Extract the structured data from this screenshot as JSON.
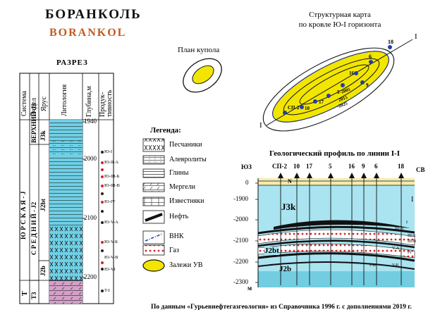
{
  "header": {
    "title_ru": "БОРАНКОЛЬ",
    "title_en": "BORANKOL"
  },
  "column": {
    "title": "РАЗРЕЗ",
    "headers": [
      "Система",
      "Отдел",
      "Ярус",
      "Литология",
      "Глубина,м",
      "Продук-тивность"
    ],
    "system_labels": [
      "Ю Р С К А Я - J",
      "T"
    ],
    "series_labels": [
      "ВЕРХНИЙ-J3",
      "С Р Е Д Н И Й - J2",
      "T3"
    ],
    "stage_labels": [
      "J3k",
      "J2bt",
      "J2b"
    ],
    "depths": [
      "1940",
      "2000",
      "2100",
      "2200"
    ],
    "productivity": [
      "Ю-I",
      "Ю-II-А",
      "Ю-III-Б",
      "Ю-III-В",
      "Ю-IV",
      "Ю-V-А",
      "Ю-V-Б",
      "Ю-V-В",
      "Ю-VI",
      "T-I"
    ]
  },
  "plan": {
    "title": "План купола"
  },
  "legend": {
    "title": "Легенда:",
    "items": [
      {
        "id": "sand",
        "label": "Песчаники"
      },
      {
        "id": "silt",
        "label": "Алевролиты"
      },
      {
        "id": "clay",
        "label": "Глины"
      },
      {
        "id": "marl",
        "label": "Мергели"
      },
      {
        "id": "lime",
        "label": "Известняки"
      },
      {
        "id": "oil",
        "label": "Нефть"
      },
      {
        "id": "vnk",
        "label": "ВНК"
      },
      {
        "id": "gas",
        "label": "Газ"
      },
      {
        "id": "deposit",
        "label": "Залежи УВ"
      }
    ]
  },
  "map": {
    "title_line1": "Структурная карта",
    "title_line2": "по кровле Ю-I горизонта",
    "wells": [
      "18",
      "6",
      "16",
      "9",
      "5",
      "17",
      "10",
      "СП-2"
    ],
    "contours": [
      "-2005",
      "2015",
      "-2025"
    ],
    "line_ends": [
      "I",
      "I"
    ]
  },
  "profile": {
    "title": "Геологический профиль по линии I-I",
    "dir_left": "ЮЗ",
    "dir_right": "СВ",
    "wells": [
      "СП-2",
      "10",
      "17",
      "5",
      "16",
      "9",
      "6",
      "18"
    ],
    "line_end": "I",
    "depth_ticks": [
      "0",
      "-1900",
      "-2000",
      "-2100",
      "-2200",
      "-2300"
    ],
    "depth_unit": "м",
    "north": "N",
    "unit_labels": [
      "J3k",
      "J2bt",
      "J2b"
    ],
    "horizon_labels": [
      "I",
      "III-А",
      "III-Б",
      "III-В",
      "V-А",
      "IV",
      "V-В",
      "V-Б"
    ]
  },
  "footer": {
    "credit": "По данным «Гурьевнефтегазгеология» из Справочника 1996 г. с дополнениями 2019 г."
  },
  "colors": {
    "accent_orange": "#c25a1f",
    "deposit_yellow": "#f2e600",
    "water_blue": "#72cde0",
    "gas_red": "#d4242a",
    "vnk_blue": "#1f3fae",
    "marl_pink": "#d4a0c8"
  }
}
